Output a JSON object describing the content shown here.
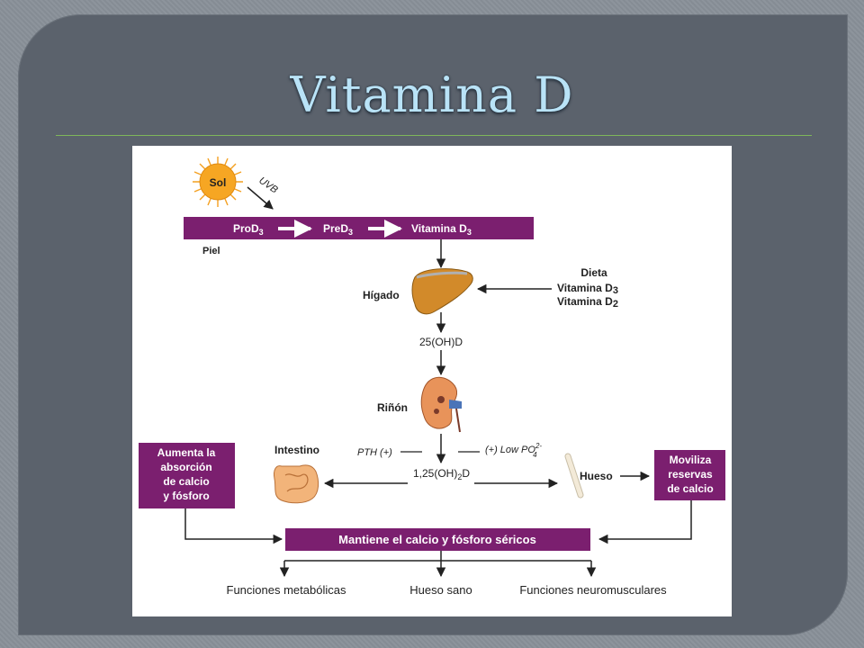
{
  "slide": {
    "title": "Vitamina D"
  },
  "diagram": {
    "sun_label": "Sol",
    "uvb_label": "UVB",
    "skin_band": {
      "prod3": "ProD",
      "pred3": "PreD",
      "vitd3": "Vitamina D",
      "sub": "3"
    },
    "skin_label": "Piel",
    "liver_label": "Hígado",
    "diet": {
      "title": "Dieta",
      "d3": "Vitamina D",
      "d3_sub": "3",
      "d2": "Vitamina D",
      "d2_sub": "2"
    },
    "calcidiol": "25(OH)D",
    "kidney_label": "Riñón",
    "pth": "PTH (+)",
    "low_po4": "(+) Low PO",
    "low_po4_sup": "2-",
    "low_po4_sub": "4",
    "calcitriol": "1,25(OH)",
    "calcitriol_sub": "2",
    "calcitriol_end": "D",
    "intestine_label": "Intestino",
    "bone_label": "Hueso",
    "left_box": [
      "Aumenta la",
      "absorción",
      "de calcio",
      "y fósforo"
    ],
    "right_box": [
      "Moviliza",
      "reservas",
      "de calcio"
    ],
    "bottom_band": "Mantiene el calcio y fósforo séricos",
    "outcomes": [
      "Funciones metabólicas",
      "Hueso sano",
      "Funciones neuromusculares"
    ],
    "colors": {
      "band": "#7b1f6f",
      "sun": "#f4a020",
      "liver": "#d28a2a",
      "kidney": "#e8935a",
      "intestine": "#f2b47a",
      "bone": "#f3ead8"
    }
  }
}
